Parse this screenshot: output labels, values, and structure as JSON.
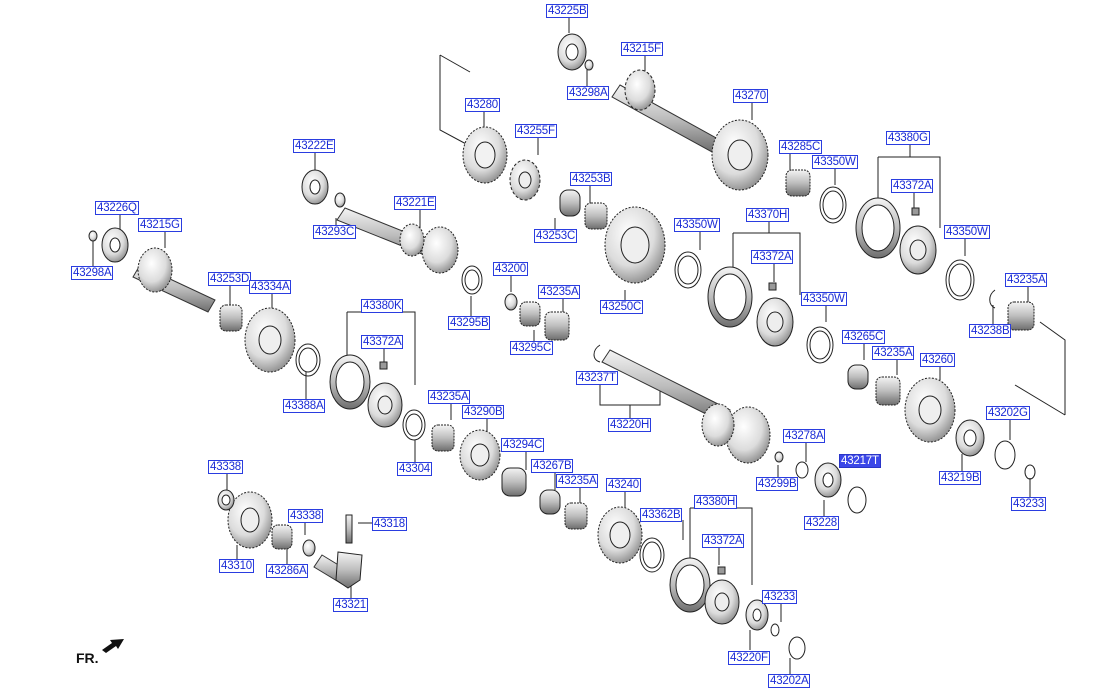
{
  "diagram": {
    "selected_part": "43217T",
    "orientation_label": "FR.",
    "callouts": {
      "c43225B": "43225B",
      "c43215F": "43215F",
      "c43298A_top": "43298A",
      "c43280": "43280",
      "c43270": "43270",
      "c43255F": "43255F",
      "c43285C": "43285C",
      "c43380G": "43380G",
      "c43222E": "43222E",
      "c43350W_1": "43350W",
      "c43253B": "43253B",
      "c43372A_1": "43372A",
      "c43221E": "43221E",
      "c43226Q": "43226Q",
      "c43293C": "43293C",
      "c43215G": "43215G",
      "c43370H": "43370H",
      "c43253C": "43253C",
      "c43350W_2": "43350W",
      "c43350W_3": "43350W",
      "c43372A_2": "43372A",
      "c43298A_left": "43298A",
      "c43200": "43200",
      "c43253D": "43253D",
      "c43334A": "43334A",
      "c43235A_1": "43235A",
      "c43235A_2": "43235A",
      "c43250C": "43250C",
      "c43350W_4": "43350W",
      "c43380K": "43380K",
      "c43295B": "43295B",
      "c43238B": "43238B",
      "c43372A_3": "43372A",
      "c43265C": "43265C",
      "c43295C": "43295C",
      "c43235A_3": "43235A",
      "c43260": "43260",
      "c43237T": "43237T",
      "c43388A": "43388A",
      "c43235A_4": "43235A",
      "c43290B": "43290B",
      "c43202G": "43202G",
      "c43220H": "43220H",
      "c43278A": "43278A",
      "c43304": "43304",
      "c43294C": "43294C",
      "c43217T": "43217T",
      "c43338_1": "43338",
      "c43267B": "43267B",
      "c43219B": "43219B",
      "c43299B": "43299B",
      "c43235A_5": "43235A",
      "c43240": "43240",
      "c43380H": "43380H",
      "c43233_right": "43233",
      "c43362B": "43362B",
      "c43338_2": "43338",
      "c43318": "43318",
      "c43228": "43228",
      "c43372A_4": "43372A",
      "c43310": "43310",
      "c43286A": "43286A",
      "c43321": "43321",
      "c43233_bottom": "43233",
      "c43220F": "43220F",
      "c43202A": "43202A"
    }
  }
}
